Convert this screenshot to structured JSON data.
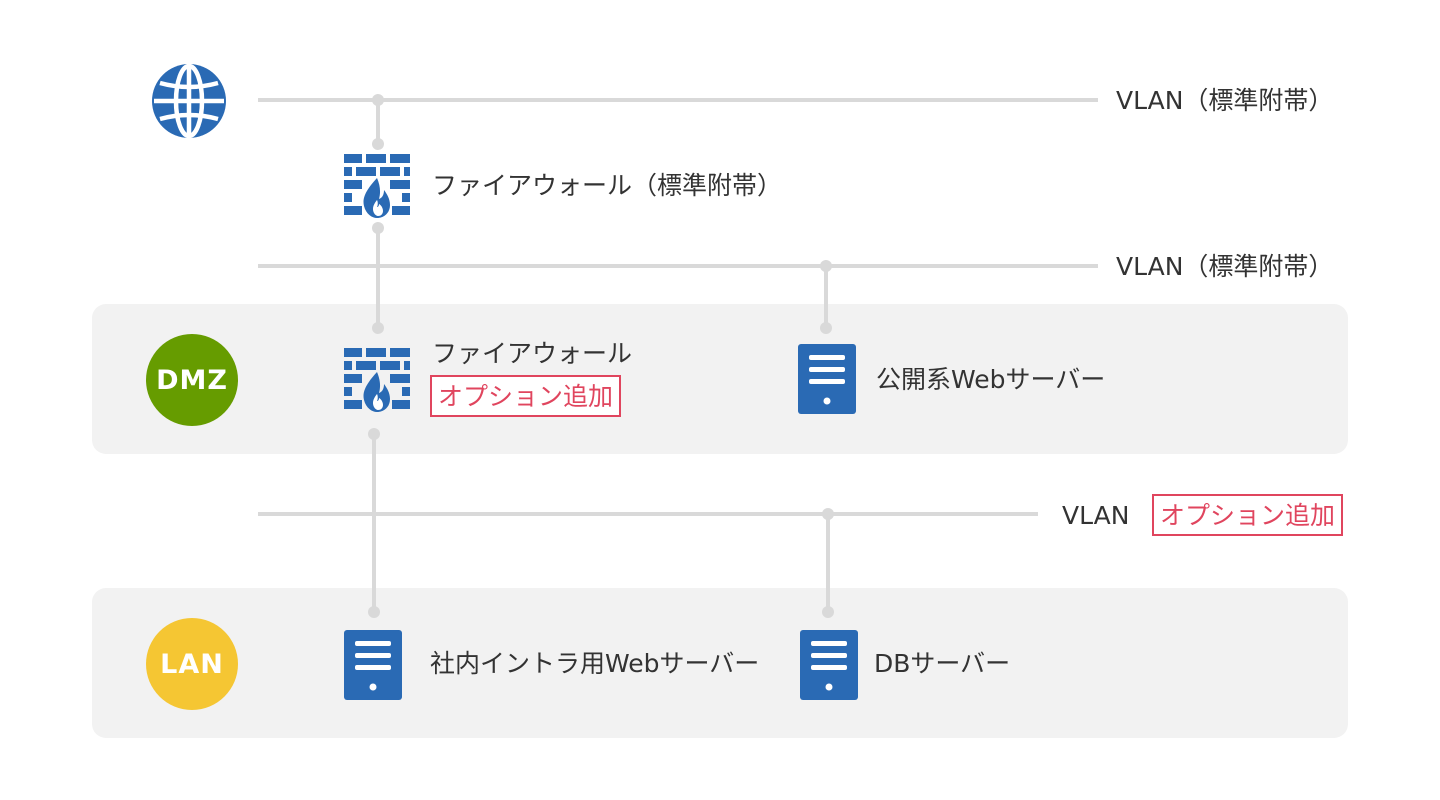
{
  "colors": {
    "icon_blue": "#2a6ab4",
    "line_gray": "#d9d9d9",
    "zone_bg": "#f2f2f2",
    "dmz_green": "#669c00",
    "lan_yellow": "#f5c633",
    "option_red": "#e0455e",
    "text": "#333333"
  },
  "icons": {
    "internet": "globe-icon",
    "firewall": "firewall-icon",
    "server": "server-icon"
  },
  "networks": {
    "vlan_top": "VLAN（標準附帯）",
    "vlan_middle": "VLAN（標準附帯）",
    "vlan_bottom": "VLAN",
    "vlan_bottom_tag": "オプション追加"
  },
  "firewall_standard": {
    "label": "ファイアウォール（標準附帯）"
  },
  "dmz": {
    "badge": "DMZ",
    "firewall_label": "ファイアウォール",
    "firewall_tag": "オプション追加",
    "public_server_label": "公開系Webサーバー"
  },
  "lan": {
    "badge": "LAN",
    "intranet_server_label": "社内イントラ用Webサーバー",
    "db_server_label": "DBサーバー"
  }
}
